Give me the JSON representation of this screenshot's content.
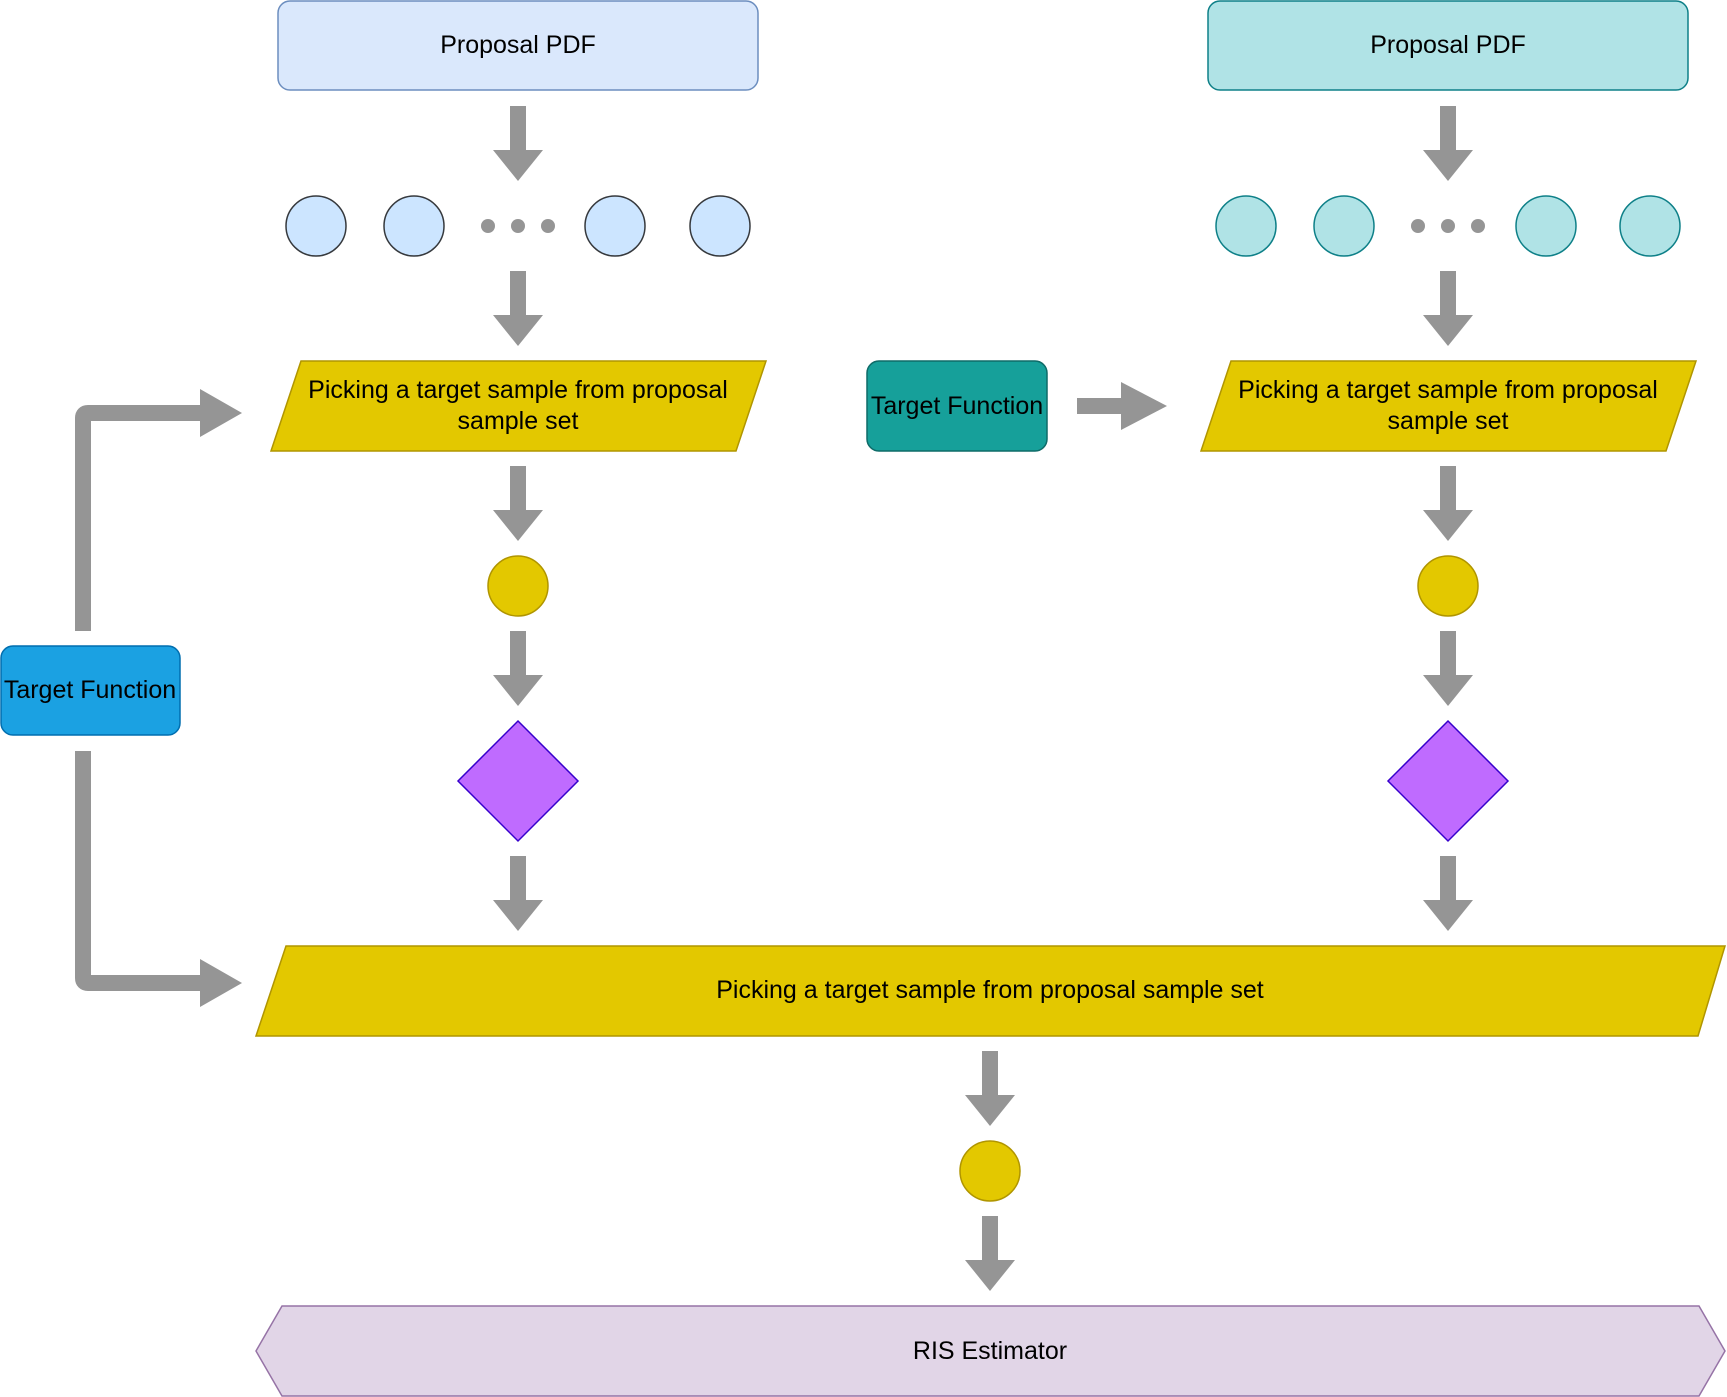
{
  "left_branch": {
    "proposal_label": "Proposal PDF",
    "picking_line1": "Picking a target sample from proposal",
    "picking_line2": "sample set"
  },
  "right_branch": {
    "proposal_label": "Proposal PDF",
    "picking_line1": "Picking a target sample from proposal",
    "picking_line2": "sample set"
  },
  "target_function_left": {
    "label": "Target Function"
  },
  "target_function_middle": {
    "label": "Target Function"
  },
  "combined_picking": {
    "label": "Picking a target sample from proposal sample set"
  },
  "ris_estimator": {
    "label": "RIS Estimator"
  },
  "colors": {
    "arrow": "#959595",
    "left_proposal_fill": "#dae8fc",
    "left_proposal_stroke": "#6c8ebf",
    "left_sample_fill": "#cce5ff",
    "right_proposal_fill": "#b0e3e6",
    "right_proposal_stroke": "#0e8088",
    "picking_fill": "#e3c800",
    "picking_stroke": "#b09500",
    "diamond_fill": "#bf6bff",
    "diamond_stroke": "#3700cc",
    "target_left_fill": "#1ba1e2",
    "target_left_stroke": "#006eaf",
    "target_middle_fill": "#16a09a",
    "target_middle_stroke": "#0e6b68",
    "ris_fill": "#e1d5e7",
    "ris_stroke": "#9673a6"
  }
}
